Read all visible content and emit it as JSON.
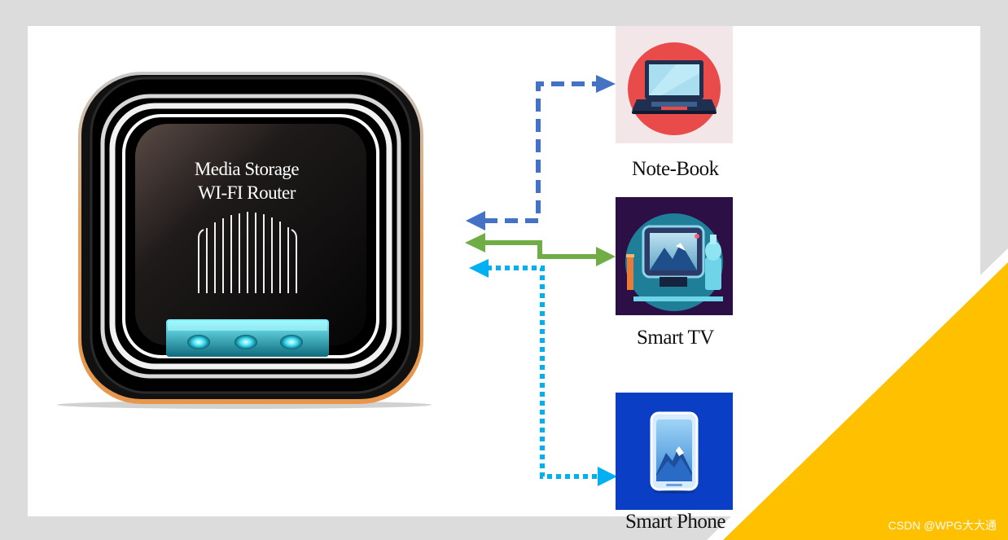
{
  "router": {
    "line1": "Media Storage",
    "line2": "WI-FI Router"
  },
  "devices": {
    "notebook": {
      "label": "Note-Book",
      "icon": "laptop-icon"
    },
    "tv": {
      "label": "Smart TV",
      "icon": "tv-icon"
    },
    "phone": {
      "label": "Smart Phone",
      "icon": "smartphone-icon"
    }
  },
  "connections": {
    "notebook_color": "#4472c4",
    "tv_color": "#70ad47",
    "phone_color": "#00b0f0"
  },
  "colors": {
    "accent_yellow": "#ffc000",
    "notebook_bg": "#f3e6e8",
    "tv_bg": "#2c0f45",
    "phone_bg": "#0a3ec4"
  },
  "watermark": "CSDN @WPG大大通"
}
